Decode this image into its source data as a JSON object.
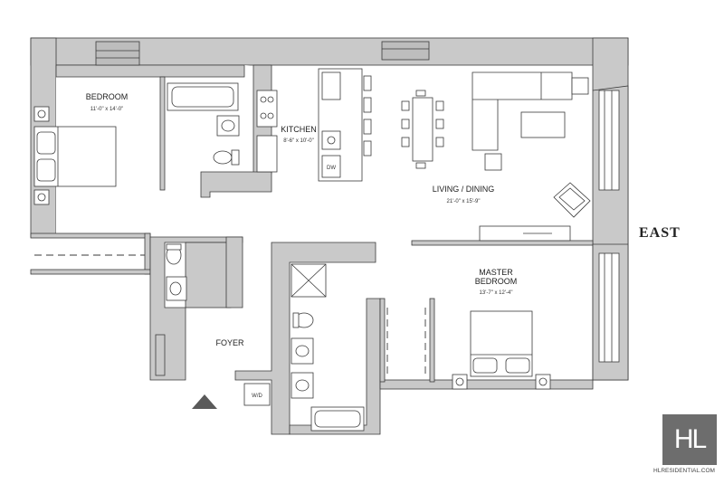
{
  "rooms": {
    "bedroom": {
      "name": "BEDROOM",
      "dims": "11'-0\" x 14'-0\""
    },
    "kitchen": {
      "name": "KITCHEN",
      "dims": "8'-6\" x 10'-0\""
    },
    "living": {
      "name": "LIVING / DINING",
      "dims": "21'-0\" x 15'-9\""
    },
    "master": {
      "name_line1": "MASTER",
      "name_line2": "BEDROOM",
      "dims": "13'-7\" x 12'-4\""
    },
    "foyer": {
      "name": "FOYER"
    }
  },
  "appliances": {
    "dishwasher": "DW",
    "washer_dryer": "W/D"
  },
  "compass": {
    "direction": "EAST"
  },
  "brand": {
    "logo": "HL",
    "website": "HLRESIDENTIAL.COM",
    "logo_color": "#6d6d6d"
  },
  "colors": {
    "wall": "#c9c9c9",
    "outline": "#3a3a3a"
  }
}
